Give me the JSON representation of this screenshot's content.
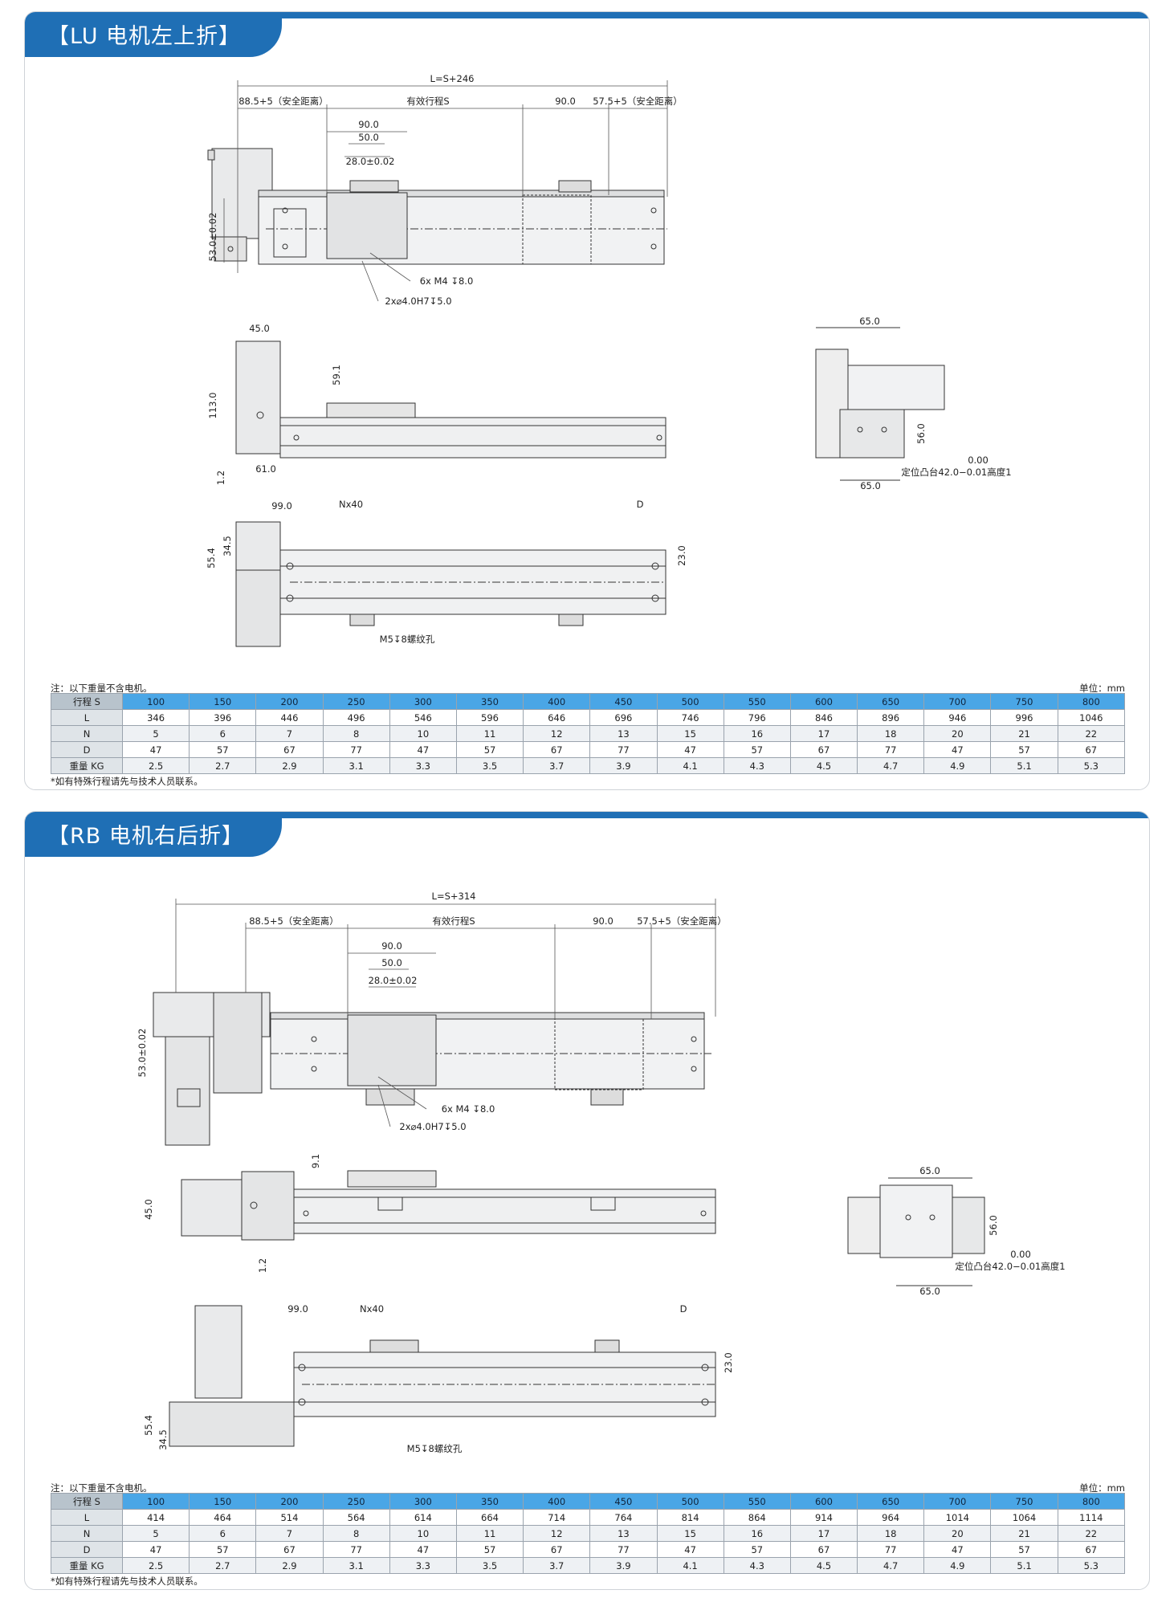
{
  "sections": [
    {
      "title": "【LU 电机左上折】",
      "dims": {
        "L": "L=S+246",
        "safe_left": "88.5+5（安全距离）",
        "stroke": "有效行程S",
        "d90": "90.0",
        "safe_right": "57.5+5（安全距离）",
        "d90b": "90.0",
        "d50": "50.0",
        "d28": "28.0±0.02",
        "d53": "53.0±0.02",
        "m4": "6x  M4  ↧8.0",
        "pin": "2x⌀4.0H7↧5.0",
        "d45": "45.0",
        "d113": "113.0",
        "d59": "59.1",
        "d12": "1.2",
        "d61": "61.0",
        "d99": "99.0",
        "nx40": "Nx40",
        "D": "D",
        "d554": "55.4",
        "d345": "34.5",
        "d23": "23.0",
        "m5": "M5↧8螺纹孔",
        "e65a": "65.0",
        "e56": "56.0",
        "e000": "0.00",
        "e42": "定位凸台42.0−0.01高度1",
        "e65b": "65.0"
      },
      "note": "注：以下重量不含电机。",
      "unit": "单位：mm",
      "footnote": "*如有特殊行程请先与技术人员联系。",
      "table": [
        [
          "行程 S",
          "100",
          "150",
          "200",
          "250",
          "300",
          "350",
          "400",
          "450",
          "500",
          "550",
          "600",
          "650",
          "700",
          "750",
          "800"
        ],
        [
          "L",
          "346",
          "396",
          "446",
          "496",
          "546",
          "596",
          "646",
          "696",
          "746",
          "796",
          "846",
          "896",
          "946",
          "996",
          "1046"
        ],
        [
          "N",
          "5",
          "6",
          "7",
          "8",
          "10",
          "11",
          "12",
          "13",
          "15",
          "16",
          "17",
          "18",
          "20",
          "21",
          "22"
        ],
        [
          "D",
          "47",
          "57",
          "67",
          "77",
          "47",
          "57",
          "67",
          "77",
          "47",
          "57",
          "67",
          "77",
          "47",
          "57",
          "67"
        ],
        [
          "重量 KG",
          "2.5",
          "2.7",
          "2.9",
          "3.1",
          "3.3",
          "3.5",
          "3.7",
          "3.9",
          "4.1",
          "4.3",
          "4.5",
          "4.7",
          "4.9",
          "5.1",
          "5.3"
        ]
      ]
    },
    {
      "title": "【RB 电机右后折】",
      "dims": {
        "L": "L=S+314",
        "safe_left": "88.5+5（安全距离）",
        "stroke": "有效行程S",
        "d90": "90.0",
        "safe_right": "57.5+5（安全距离）",
        "d90b": "90.0",
        "d50": "50.0",
        "d28": "28.0±0.02",
        "d53": "53.0±0.02",
        "m4": "6x  M4  ↧8.0",
        "pin": "2x⌀4.0H7↧5.0",
        "d91": "9.1",
        "d45": "45.0",
        "d12": "1.2",
        "d99": "99.0",
        "nx40": "Nx40",
        "D": "D",
        "d23": "23.0",
        "d554": "55.4",
        "d345": "34.5",
        "m5": "M5↧8螺纹孔",
        "e65a": "65.0",
        "e56": "56.0",
        "e000": "0.00",
        "e42": "定位凸台42.0−0.01高度1",
        "e65b": "65.0"
      },
      "note": "注：以下重量不含电机。",
      "unit": "单位：mm",
      "footnote": "*如有特殊行程请先与技术人员联系。",
      "table": [
        [
          "行程 S",
          "100",
          "150",
          "200",
          "250",
          "300",
          "350",
          "400",
          "450",
          "500",
          "550",
          "600",
          "650",
          "700",
          "750",
          "800"
        ],
        [
          "L",
          "414",
          "464",
          "514",
          "564",
          "614",
          "664",
          "714",
          "764",
          "814",
          "864",
          "914",
          "964",
          "1014",
          "1064",
          "1114"
        ],
        [
          "N",
          "5",
          "6",
          "7",
          "8",
          "10",
          "11",
          "12",
          "13",
          "15",
          "16",
          "17",
          "18",
          "20",
          "21",
          "22"
        ],
        [
          "D",
          "47",
          "57",
          "67",
          "77",
          "47",
          "57",
          "67",
          "77",
          "47",
          "57",
          "67",
          "77",
          "47",
          "57",
          "67"
        ],
        [
          "重量 KG",
          "2.5",
          "2.7",
          "2.9",
          "3.1",
          "3.3",
          "3.5",
          "3.7",
          "3.9",
          "4.1",
          "4.3",
          "4.5",
          "4.7",
          "4.9",
          "5.1",
          "5.3"
        ]
      ]
    }
  ]
}
